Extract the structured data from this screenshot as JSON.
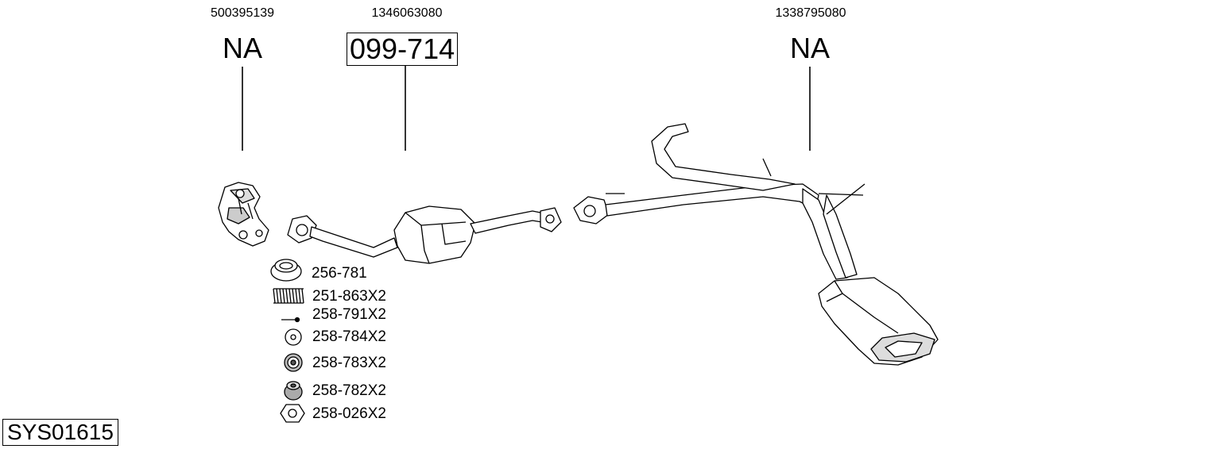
{
  "parts": [
    {
      "oem": "500395139",
      "code": "NA",
      "boxed": false
    },
    {
      "oem": "1346063080",
      "code": "099-714",
      "boxed": true
    },
    {
      "oem": "1338795080",
      "code": "NA",
      "boxed": false
    }
  ],
  "accessories": [
    {
      "code": "256-781",
      "icon": "gasket-ring-icon"
    },
    {
      "code": "251-863X2",
      "icon": "spring-icon"
    },
    {
      "code": "258-791X2",
      "icon": "bolt-icon"
    },
    {
      "code": "258-784X2",
      "icon": "washer-icon"
    },
    {
      "code": "258-783X2",
      "icon": "rubber-mount-icon"
    },
    {
      "code": "258-782X2",
      "icon": "rubber-bush-icon"
    },
    {
      "code": "258-026X2",
      "icon": "hex-nut-icon"
    }
  ],
  "system_code": "SYS01615"
}
